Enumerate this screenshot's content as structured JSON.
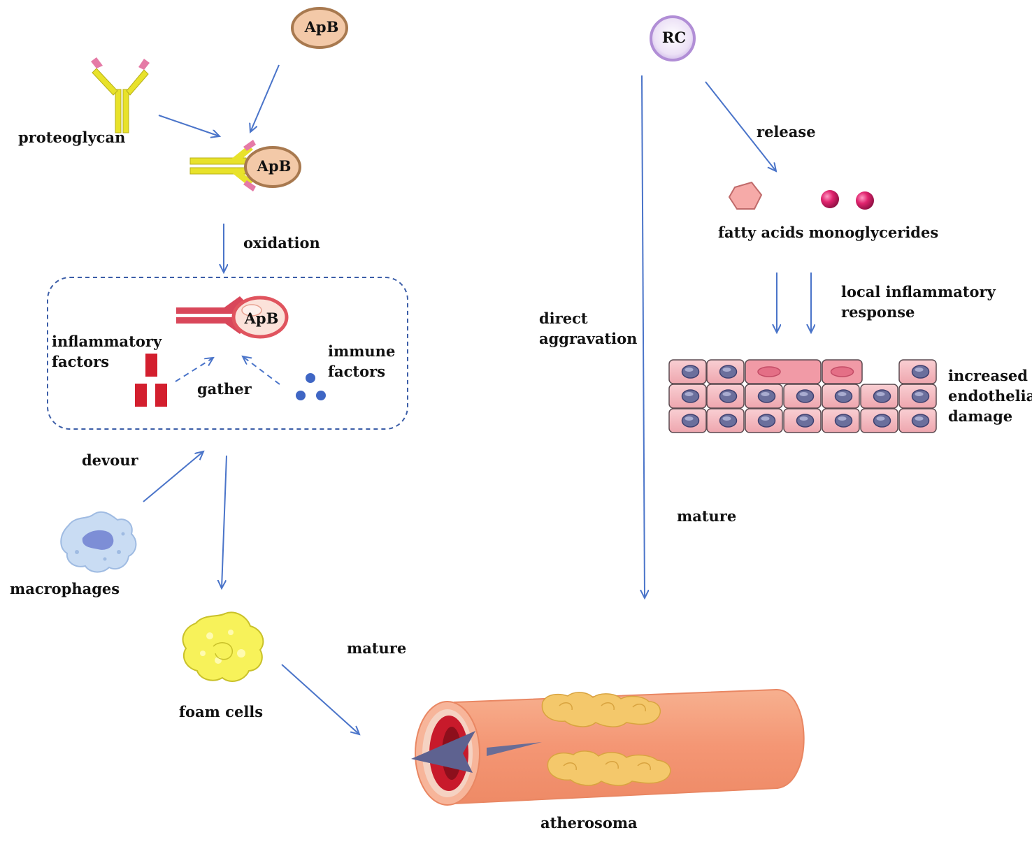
{
  "apb_label": "ApB",
  "rc_label": "RC",
  "labels": {
    "proteoglycan": "proteoglycan",
    "oxidation": "oxidation",
    "inflammatory_factors": [
      "inflammatory",
      "factors"
    ],
    "gather": "gather",
    "immune_factors": [
      "immune",
      "factors"
    ],
    "devour": "devour",
    "macrophages": "macrophages",
    "foam_cells": "foam cells",
    "mature_left": "mature",
    "atherosoma": "atherosoma",
    "release": "release",
    "fatty_acids_monoglycerides": "fatty acids monoglycerides",
    "local_inflammatory_response": [
      "local inflammatory",
      "response"
    ],
    "direct_aggravation": [
      "direct",
      "aggravation"
    ],
    "increased_endothelial_damage": [
      "increased",
      "endothelial",
      "damage"
    ],
    "mature_right": "mature"
  },
  "colors": {
    "arrow": "#4a74c9",
    "apb_fill": "#f3c9a8",
    "apb_stroke": "#a8794f",
    "oxidized_stroke": "#e0545e",
    "receptor_yellow": "#e8e22a",
    "receptor_pink": "#e57aa6",
    "inflammatory_red": "#d31f2e",
    "immune_blue": "#3f66c4",
    "rc_fill": "#e6d9f2",
    "rc_stroke": "#b18ed6",
    "endothelial_cell": "#f4b8be",
    "nucleus": "#6b6f9c",
    "foam_yellow": "#f7f25a",
    "vessel": "#f39a7c",
    "plaque": "#f4c86b"
  },
  "icons": [
    "antibody-receptor-icon",
    "hexagon-fatty-acid-icon",
    "sphere-monoglyceride-icon",
    "macrophage-icon",
    "foam-cell-icon",
    "blood-vessel-icon"
  ]
}
